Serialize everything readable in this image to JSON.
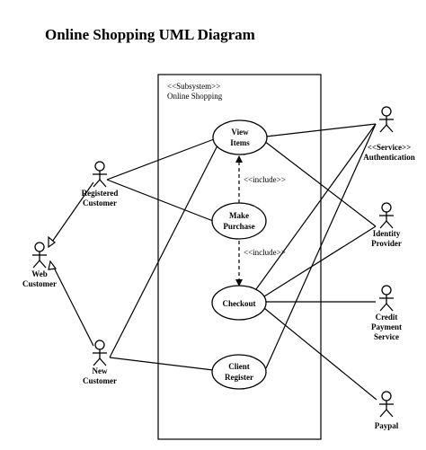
{
  "title": "Online Shopping UML Diagram",
  "subsystem": {
    "stereotype": "<<Subsystem>>",
    "name": "Online Shopping"
  },
  "use_cases": {
    "view_items": [
      "View",
      "Items"
    ],
    "make_purchase": [
      "Make",
      "Purchase"
    ],
    "checkout": [
      "Checkout"
    ],
    "client_register": [
      "Client",
      "Register"
    ]
  },
  "include_label": "<<include>>",
  "actors": {
    "registered_customer": [
      "Registered",
      "Customer"
    ],
    "web_customer": [
      "Web",
      "Customer"
    ],
    "new_customer": [
      "New",
      "Customer"
    ],
    "authentication": [
      "<<Service>>",
      "Authentication"
    ],
    "identity_provider": [
      "Identity",
      "Provider"
    ],
    "credit_payment_service": [
      "Credit",
      "Payment",
      "Service"
    ],
    "paypal": [
      "Paypal"
    ]
  }
}
